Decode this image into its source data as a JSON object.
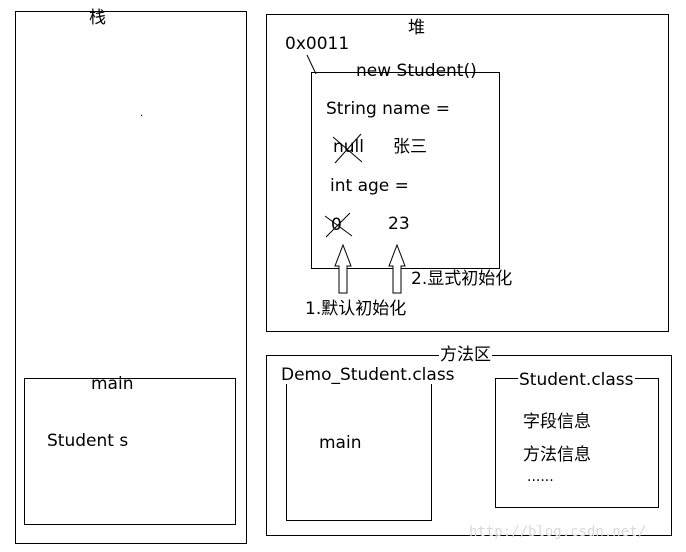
{
  "stack": {
    "title": "栈",
    "main_frame": {
      "title": "main",
      "var": "Student s"
    }
  },
  "heap": {
    "title": "堆",
    "address": "0x0011",
    "object": {
      "title": "new Student()",
      "name_label": "String name =",
      "name_old": "null",
      "name_new": "张三",
      "age_label": "int age =",
      "age_old": "0",
      "age_new": "23"
    },
    "default_init": "1.默认初始化",
    "explicit_init": "2.显式初始化"
  },
  "method_area": {
    "title": "方法区",
    "demo_class": {
      "title": "Demo_Student.class",
      "method": "main"
    },
    "student_class": {
      "title": "Student.class",
      "fields": "字段信息",
      "methods": "方法信息",
      "more": "......"
    }
  },
  "watermark": "http://blog.csdn.net/"
}
